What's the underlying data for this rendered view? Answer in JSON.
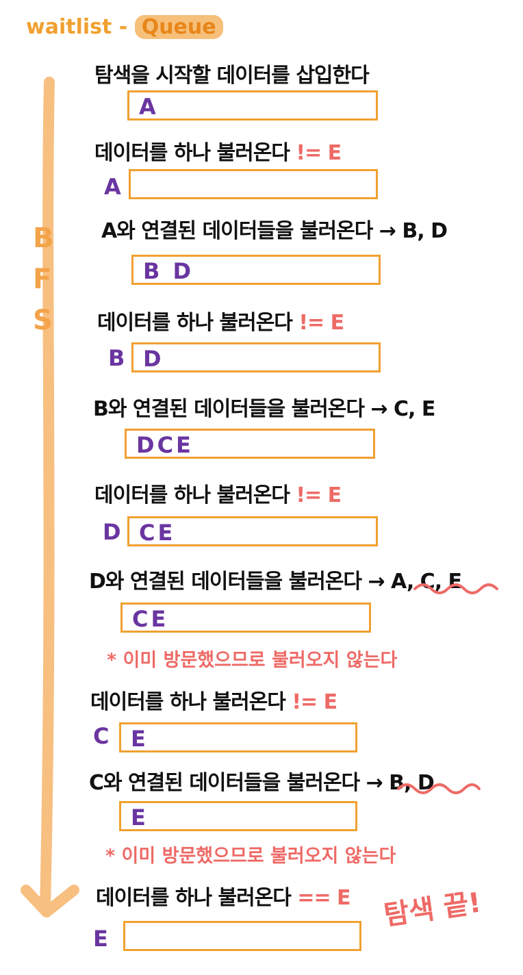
{
  "title_prefix": "waitlist - ",
  "title_highlight": "Queue",
  "bfs_letters": [
    "B",
    "F",
    "S"
  ],
  "steps": {
    "s1": "탐색을 시작할 데이터를 삽입한다",
    "s2": "데이터를 하나 불러온다",
    "s3": "A와 연결된 데이터들을 불러온다 → B, D",
    "s4": "데이터를 하나 불러온다",
    "s5": "B와 연결된 데이터들을 불러온다 → C, E",
    "s6": "데이터를 하나 불러온다",
    "s7": "D와 연결된 데이터들을 불러온다 → A, C, E",
    "s8": "데이터를 하나 불러온다",
    "s9": "C와 연결된 데이터들을 불러온다 → B, D",
    "s10": "데이터를 하나 불러온다"
  },
  "checks": {
    "c1": "!= E",
    "c2": "!= E",
    "c3": "!= E",
    "c4": "!= E",
    "c5": "== E"
  },
  "queues": {
    "q1": "A",
    "q2": "",
    "q3": "B D",
    "q4": "D",
    "q5": "DCE",
    "q6": "CE",
    "q7": "CE",
    "q8": "E",
    "q9": "E",
    "q10": ""
  },
  "popped": {
    "p1": "A",
    "p2": "B",
    "p3": "D",
    "p4": "C",
    "p5": "E"
  },
  "notes": {
    "n1": "* 이미 방문했으므로 불러오지 않는다",
    "n2": "* 이미 방문했으므로 불러오지 않는다"
  },
  "end_label": "탐색 끝!",
  "colors": {
    "orange": "#f0a030",
    "purple": "#6a35a0",
    "red": "#ee6a66"
  }
}
